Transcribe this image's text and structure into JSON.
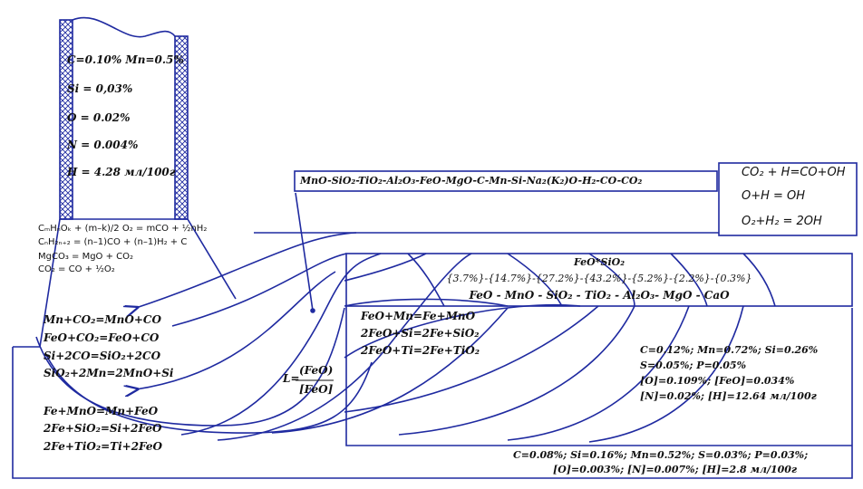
{
  "colors": {
    "line": "#1f2aa0",
    "text": "#111111",
    "hatch": "#1f2aa0"
  },
  "converter_text": {
    "c_mn": "C=0.10% Mn=0.5%",
    "si": "Si = 0,03%",
    "o": "O = 0.02%",
    "n": "N = 0.004%",
    "h": "H = 4.28 мл/100г"
  },
  "reactions_left_small": {
    "r1": "CₘHₙOₖ + (m–k)/2 O₂ = mCO + ½nH₂",
    "r2": "CₙH₂ₙ₊₂ = (n–1)CO + (n–1)H₂ + C",
    "r3": "MgCO₃ = MgO + CO₂",
    "r4": "CO₂ = CO + ½O₂"
  },
  "reactions_mid": {
    "r1": "Mn+CO₂=MnO+CO",
    "r2": "FeO+CO₂=FeO+CO",
    "r3": "Si+2CO=SiO₂+2CO",
    "r4": "SiO₂+2Mn=2MnO+Si"
  },
  "reactions_low": {
    "r1": "Fe+MnO=Mn+FeO",
    "r2": "2Fe+SiO₂=Si+2FeO",
    "r3": "2Fe+TiO₂=Ti+2FeO"
  },
  "slag_system": "MnO-SiO₂-TiO₂-Al₂O₃-FeO-MgO-C-Mn-Si-Na₂(K₂)O-H₂-CO-CO₂",
  "gas_box": {
    "l1": "CO₂ + H=CO+OH",
    "l2": "O+H = OH",
    "l3": "O₂+H₂ = 2OH"
  },
  "slag_composition": {
    "title": "FeO*SiO₂",
    "values": "{3.7%}-{14.7%}-{27.2%}-{43.2%}-{5.2%}-{2.2%}-{0.3%}",
    "oxides": "FeO  -  MnO  -  SiO₂  -  TiO₂  -  Al₂O₃-  MgO - CaO"
  },
  "reactions_right": {
    "r1": "FeO+Mn=Fe+MnO",
    "r2": "2FeO+Si=2Fe+SiO₂",
    "r3": "2FeO+Ti=2Fe+TiO₂"
  },
  "partition": {
    "prefix": "L=",
    "numerator": "(FeO)",
    "denominator": "[FeO]"
  },
  "metal_1": {
    "l1": "C=0.12%; Mn=0.72%; Si=0.26%",
    "l2": "S=0.05%; P=0.05%",
    "l3": "[O]=0.109%; [FeO]=0.034%",
    "l4": "[N]=0.02%; [H]=12.64 мл/100г"
  },
  "metal_2": {
    "l1": "C=0.08%; Si=0.16%; Mn=0.52%; S=0.03%; P=0.03%;",
    "l2": "[O]=0.003%; [N]=0.007%; [H]=2.8 мл/100г"
  }
}
